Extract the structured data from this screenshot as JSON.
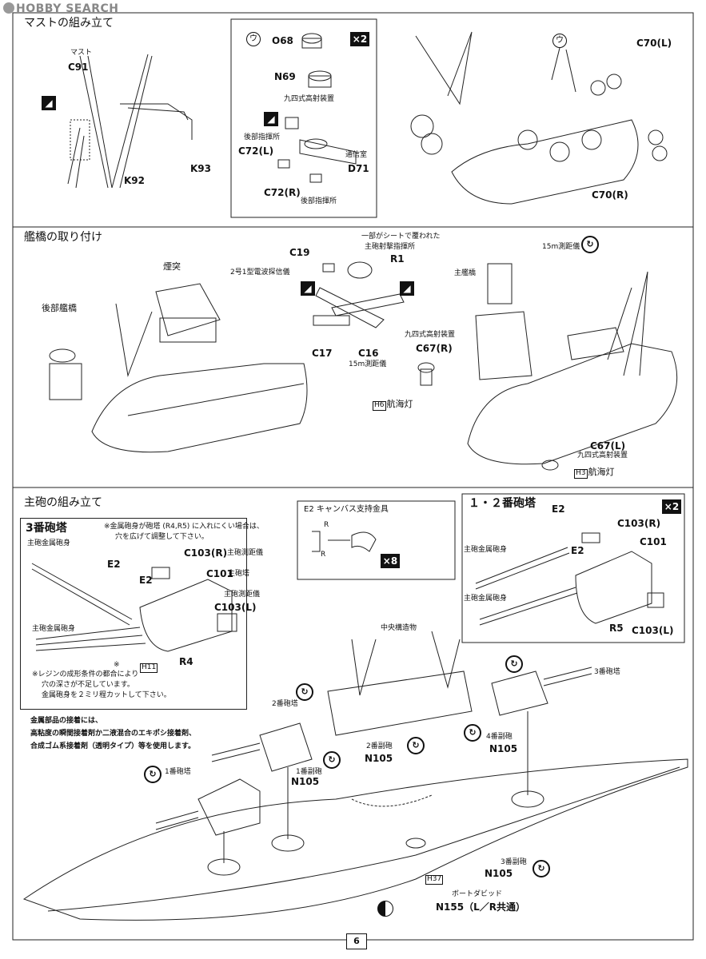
{
  "watermark": "HOBBY SEARCH",
  "sections": {
    "mast": {
      "title": "マストの組み立て",
      "mast_label": "マスト",
      "c91": "C91",
      "k92": "K92",
      "k93": "K93",
      "circle_u": "ウ",
      "o68": "O68",
      "x2": "×2",
      "n69": "N69",
      "aa_director_1": "九四式高射装置",
      "rear_director_1": "後部指揮所",
      "c72l": "C72(L)",
      "comm_room": "通信室",
      "d71": "D71",
      "c72r": "C72(R)",
      "rear_director_2": "後部指揮所",
      "circle_u2": "ウ",
      "c70l": "C70(L)",
      "c70r": "C70(R)"
    },
    "bridge": {
      "title": "艦橋の取り付け",
      "funnel": "煙突",
      "rear_bridge": "後部艦橋",
      "radar": "2号1型電波探信儀",
      "c19": "C19",
      "sheet_note_1": "一部がシートで覆われた",
      "sheet_note_2": "主砲射撃指揮所",
      "r1": "R1",
      "c17": "C17",
      "c16": "C16",
      "rangefinder": "15m測距儀",
      "aa_director": "九四式高射装置",
      "c67r": "C67(R)",
      "h6": "H6",
      "nav_light_1": "航海灯",
      "main_bridge": "主艦橋",
      "rangefinder_15": "15m測距儀",
      "c67l": "C67(L)",
      "aa_director_2": "九四式高射装置",
      "h3": "H3",
      "nav_light_2": "航海灯"
    },
    "main_gun": {
      "title": "主砲の組み立て",
      "turret3": {
        "title": "3番砲塔",
        "note_1": "※金属砲身が砲塔 (R4,R5) に入れにくい場合は、",
        "note_2": "穴を広げて調整して下さい。",
        "barrel_1": "主砲金属砲身",
        "e2a": "E2",
        "e2b": "E2",
        "c103r": "C103(R)",
        "director": "主砲測距儀",
        "c101": "C101",
        "turret": "主砲塔",
        "director_2": "主砲測距儀",
        "c103l": "C103(L)",
        "barrel_2": "主砲金属砲身",
        "asterisk": "※",
        "h11": "H11",
        "r4": "R4",
        "note_3": "※レジンの成形条件の都合により",
        "note_4": "穴の深さが不足しています。",
        "note_5": "金属砲身を２ミリ程カットして下さい。"
      },
      "e2_box": {
        "title": "E2 キャンバス支持金具",
        "r_top": "R",
        "r_bottom": "R",
        "x8": "×8"
      },
      "turret12": {
        "title": "１・２番砲塔",
        "x2": "×2",
        "e2a": "E2",
        "c103r": "C103(R)",
        "c101": "C101",
        "barrel_1": "主砲金属砲身",
        "e2b": "E2",
        "barrel_2": "主砲金属砲身",
        "r5": "R5",
        "c103l": "C103(L)"
      },
      "adhesive_note_1": "金属部品の接着には、",
      "adhesive_note_2": "高粘度の瞬間接着剤か二液混合のエキポシ接着剤、",
      "adhesive_note_3": "合成ゴム系接着剤（透明タイプ）等を使用します。",
      "central": "中央構造物",
      "turret2": "2番砲塔",
      "turret3_label": "3番砲塔",
      "turret1": "1番砲塔",
      "sec2": "2番副砲",
      "n105_a": "N105",
      "sec1": "1番副砲",
      "n105_b": "N105",
      "sec4": "4番副砲",
      "n105_c": "N105",
      "n105_d": "N105",
      "sec3": "3番副砲",
      "h37": "H37",
      "davit": "ボートダビッド",
      "n155": "N155（L／R共通）"
    }
  },
  "page_number": "6"
}
